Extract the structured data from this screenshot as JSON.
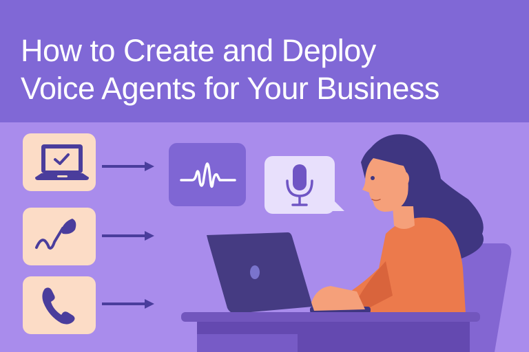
{
  "header": {
    "title_line1": "How to Create and Deploy",
    "title_line2": "Voice Agents for Your Business"
  },
  "colors": {
    "header_bg": "#8068d6",
    "body_bg": "#a98cec",
    "tile_bg": "#fcdcc6",
    "icon_dark": "#4a3d9c",
    "wave_card": "#7f66d4",
    "bubble_bg": "#e8e0fc",
    "mic_color": "#6f55c4",
    "hair": "#3f3681",
    "skin": "#f5a07a",
    "shirt": "#ec7a4c",
    "laptop": "#453b82",
    "desk_top": "#7256bd",
    "desk_body": "#6449b0",
    "chair": "#8366d2"
  },
  "icons": {
    "tile1": "laptop-check-icon",
    "tile2": "signature-pen-icon",
    "tile3": "phone-icon",
    "arrows": "arrow-right-icon",
    "wave": "sound-wave-icon",
    "mic": "microphone-icon"
  },
  "illustration": {
    "subject": "woman-typing-on-laptop"
  }
}
